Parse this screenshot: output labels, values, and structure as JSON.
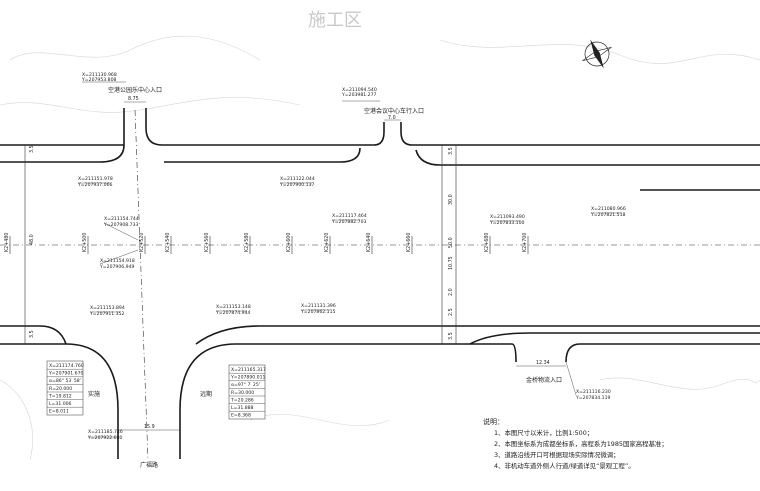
{
  "title": "施工区",
  "landmarks": {
    "amusement_entrance": "空港公园乐中心入口",
    "convention_entrance": "空港会议中心车行入口",
    "west": "实施",
    "east": "远期",
    "south_road": "广福路",
    "south_entrance": "金桥物流入口"
  },
  "dimensions": {
    "amusement_entrance_width": "8.75",
    "convention_entrance_width": "7.0",
    "south_road_width": "15.9",
    "south_entrance_width": "12.34",
    "left_total": "48.0",
    "left_top": "3.5",
    "left_bottom": "3.5",
    "right_total": "50.0",
    "right_top": "3.5",
    "right_a": "30.0",
    "right_b": "10.75",
    "right_c": "2.0",
    "right_d": "2.5",
    "right_bottom": "3.5"
  },
  "stations": [
    "K2+480",
    "K2+500",
    "K2+520",
    "K2+540",
    "K2+560",
    "K2+580",
    "K2+600",
    "K2+620",
    "K2+640",
    "K2+660",
    "K2+680",
    "K2+700"
  ],
  "coords": {
    "c1": [
      "X=211130.968",
      "Y=207953.808"
    ],
    "c2": [
      "X=211094.540",
      "Y=203981.277"
    ],
    "c3": [
      "X=211151.978",
      "Y=207937.066"
    ],
    "c4": [
      "X=211122.044",
      "Y=207900.137"
    ],
    "c5": [
      "X=211154.744",
      "Y=207908.733"
    ],
    "c6": [
      "X=211117.464",
      "Y=207882.703"
    ],
    "c7": [
      "X=211093.490",
      "Y=207833.100"
    ],
    "c8": [
      "X=211080.966",
      "Y=207821.518"
    ],
    "c9": [
      "X=211154.918",
      "Y=207906.949"
    ],
    "c10": [
      "X=211153.894",
      "Y=207911.352"
    ],
    "c11": [
      "X=211153.148",
      "Y=207874.944"
    ],
    "c12": [
      "X=211131.396",
      "Y=207862.115"
    ],
    "c13": [
      "X=211185.746",
      "Y=207922.680"
    ],
    "c14": [
      "X=211116.230",
      "Y=207834.119"
    ]
  },
  "table_left": [
    "X=211174.760",
    "Y=207901.670",
    "α=86° 53′ 58″",
    "R=20.000",
    "T=19.812",
    "L=31.006",
    "E=8.011"
  ],
  "table_right": [
    "X=211165.317",
    "Y=207890.011",
    "α=97° 7′ 25″",
    "R=30.000",
    "T=20.286",
    "L=31.888",
    "E=8.368"
  ],
  "notes": {
    "heading": "说明：",
    "items": [
      "1、本图尺寸以米计，比例1:500；",
      "2、本图坐标系为成都坐标系，高程系为1985国家高程基准；",
      "3、道路沿线开口可根据现场实际情况微调；",
      "4、非机动车道外侧人行道/绿道详见“景观工程”。"
    ]
  }
}
